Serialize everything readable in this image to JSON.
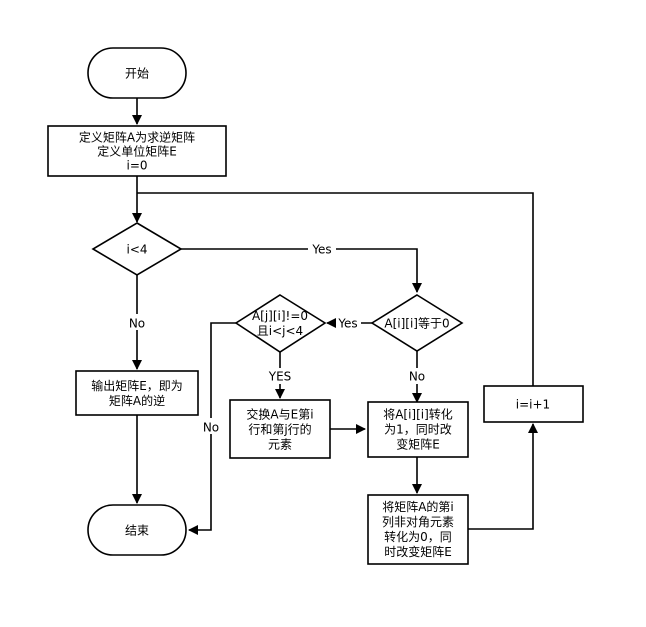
{
  "nodes": {
    "start": {
      "lines": [
        "开始"
      ]
    },
    "define": {
      "lines": [
        "定义矩阵A为求逆矩阵",
        "定义单位矩阵E",
        "i=0"
      ]
    },
    "cond_i": {
      "lines": [
        "i<4"
      ]
    },
    "output": {
      "lines": [
        "输出矩阵E，即为",
        "矩阵A的逆"
      ]
    },
    "end": {
      "lines": [
        "结束"
      ]
    },
    "cond_aii": {
      "lines": [
        "A[i][i]等于0"
      ]
    },
    "cond_aji": {
      "lines": [
        "A[j][i]!=0",
        "且i<j<4"
      ]
    },
    "swap": {
      "lines": [
        "交换A与E第i",
        "行和第j行的",
        "元素"
      ]
    },
    "normalize": {
      "lines": [
        "将A[i][i]转化",
        "为1，同时改",
        "变矩阵E"
      ]
    },
    "eliminate": {
      "lines": [
        "将矩阵A的第i",
        "列非对角元素",
        "转化为0，同",
        "时改变矩阵E"
      ]
    },
    "inc": {
      "lines": [
        "i=i+1"
      ]
    }
  },
  "edge_labels": {
    "cond_i_yes": "Yes",
    "cond_i_no": "No",
    "cond_aii_yes": "Yes",
    "cond_aii_no": "No",
    "cond_aji_yes": "YES",
    "cond_aji_no": "No"
  }
}
